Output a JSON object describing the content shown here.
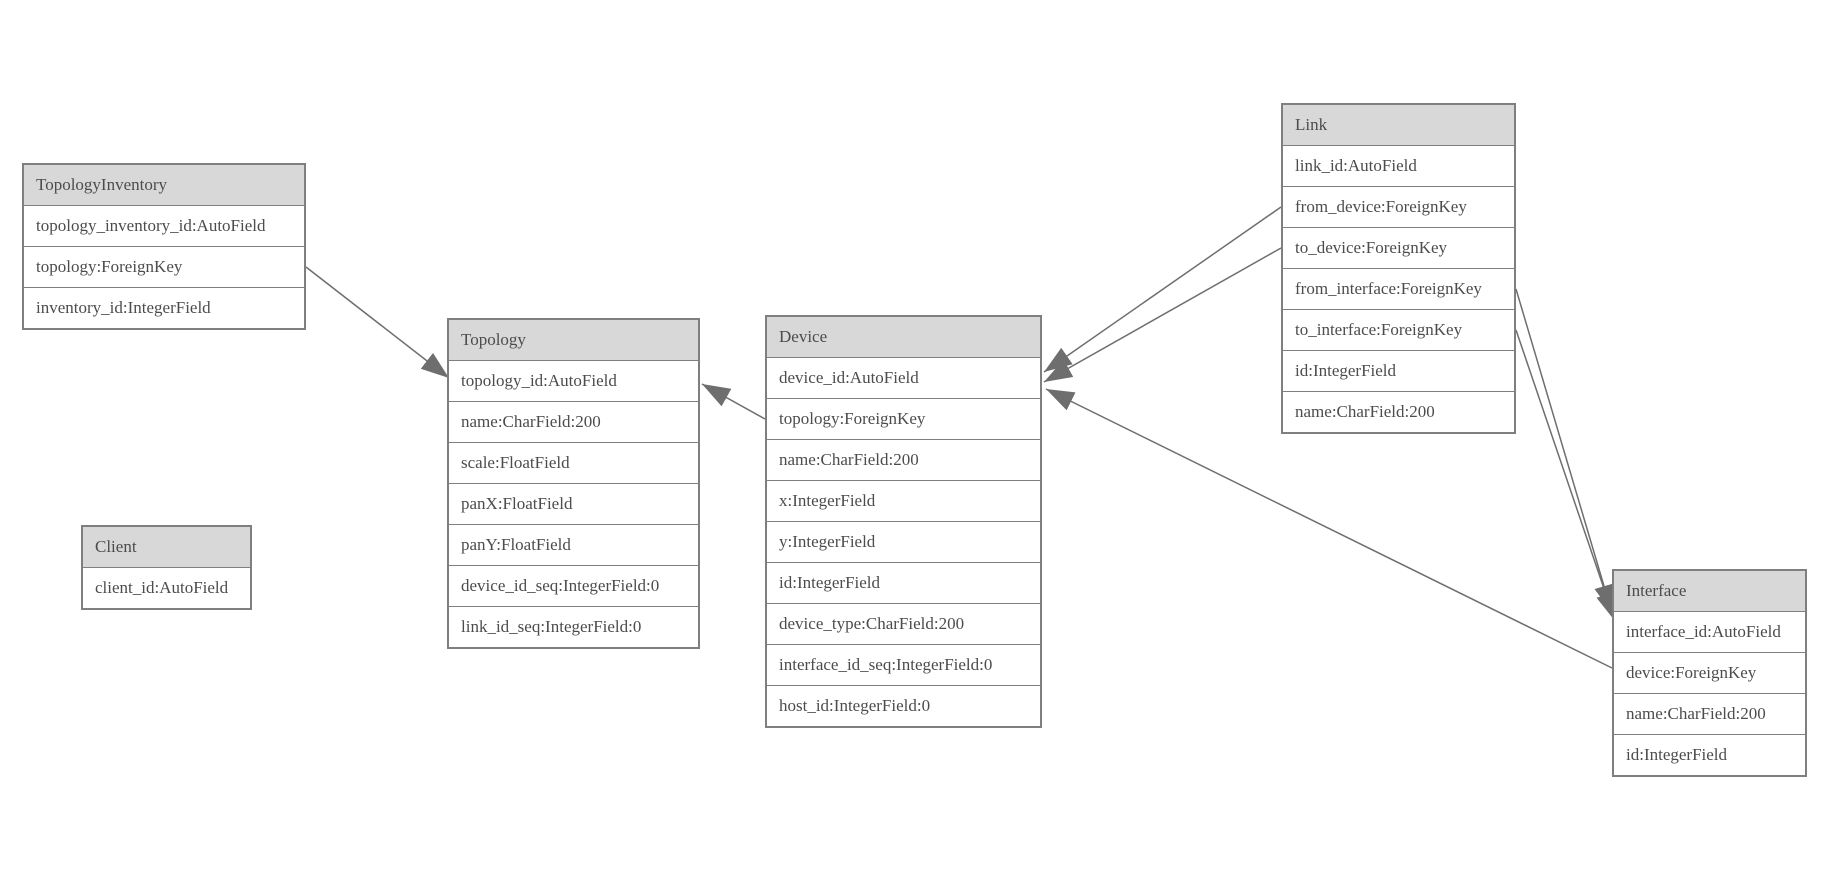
{
  "entities": [
    {
      "name": "TopologyInventory",
      "fields": [
        "topology_inventory_id:AutoField",
        "topology:ForeignKey",
        "inventory_id:IntegerField"
      ]
    },
    {
      "name": "Topology",
      "fields": [
        "topology_id:AutoField",
        "name:CharField:200",
        "scale:FloatField",
        "panX:FloatField",
        "panY:FloatField",
        "device_id_seq:IntegerField:0",
        "link_id_seq:IntegerField:0"
      ]
    },
    {
      "name": "Client",
      "fields": [
        "client_id:AutoField"
      ]
    },
    {
      "name": "Device",
      "fields": [
        "device_id:AutoField",
        "topology:ForeignKey",
        "name:CharField:200",
        "x:IntegerField",
        "y:IntegerField",
        "id:IntegerField",
        "device_type:CharField:200",
        "interface_id_seq:IntegerField:0",
        "host_id:IntegerField:0"
      ]
    },
    {
      "name": "Link",
      "fields": [
        "link_id:AutoField",
        "from_device:ForeignKey",
        "to_device:ForeignKey",
        "from_interface:ForeignKey",
        "to_interface:ForeignKey",
        "id:IntegerField",
        "name:CharField:200"
      ]
    },
    {
      "name": "Interface",
      "fields": [
        "interface_id:AutoField",
        "device:ForeignKey",
        "name:CharField:200",
        "id:IntegerField"
      ]
    }
  ],
  "relations": [
    {
      "from": "TopologyInventory.topology",
      "to": "Topology.topology_id"
    },
    {
      "from": "Device.topology",
      "to": "Topology.topology_id"
    },
    {
      "from": "Link.from_device",
      "to": "Device.device_id"
    },
    {
      "from": "Link.to_device",
      "to": "Device.device_id"
    },
    {
      "from": "Interface.device",
      "to": "Device.device_id"
    },
    {
      "from": "Link.from_interface",
      "to": "Interface.interface_id"
    },
    {
      "from": "Link.to_interface",
      "to": "Interface.interface_id"
    }
  ],
  "colors": {
    "header_fill": "#d8d8d8",
    "border": "#7f7f7f",
    "text": "#4c4c4c",
    "connector": "#6e6e6e",
    "background": "#ffffff"
  }
}
